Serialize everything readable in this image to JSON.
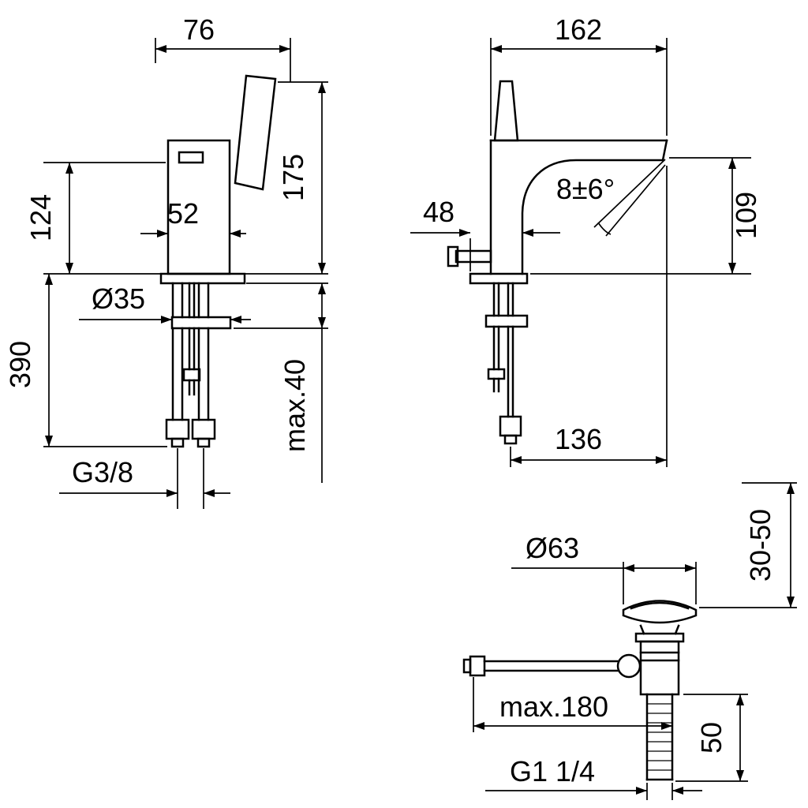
{
  "front_view": {
    "overall_width": "76",
    "total_height": "175",
    "outlet_height": "124",
    "body_width": "52",
    "hole_diameter": "Ø35",
    "hose_length": "390",
    "max_mounting_thickness": "max.40",
    "supply_thread": "G3/8"
  },
  "side_view": {
    "total_depth": "162",
    "rod_offset": "48",
    "spray_angle": "8±6°",
    "outlet_height": "109",
    "spout_reach": "136"
  },
  "drain_view": {
    "plug_diameter": "Ø63",
    "mounting_range": "30-50",
    "rod_max_length": "max.180",
    "thread_length": "50",
    "drain_thread": "G1 1/4"
  },
  "colors": {
    "line": "#000000",
    "background": "#ffffff"
  }
}
